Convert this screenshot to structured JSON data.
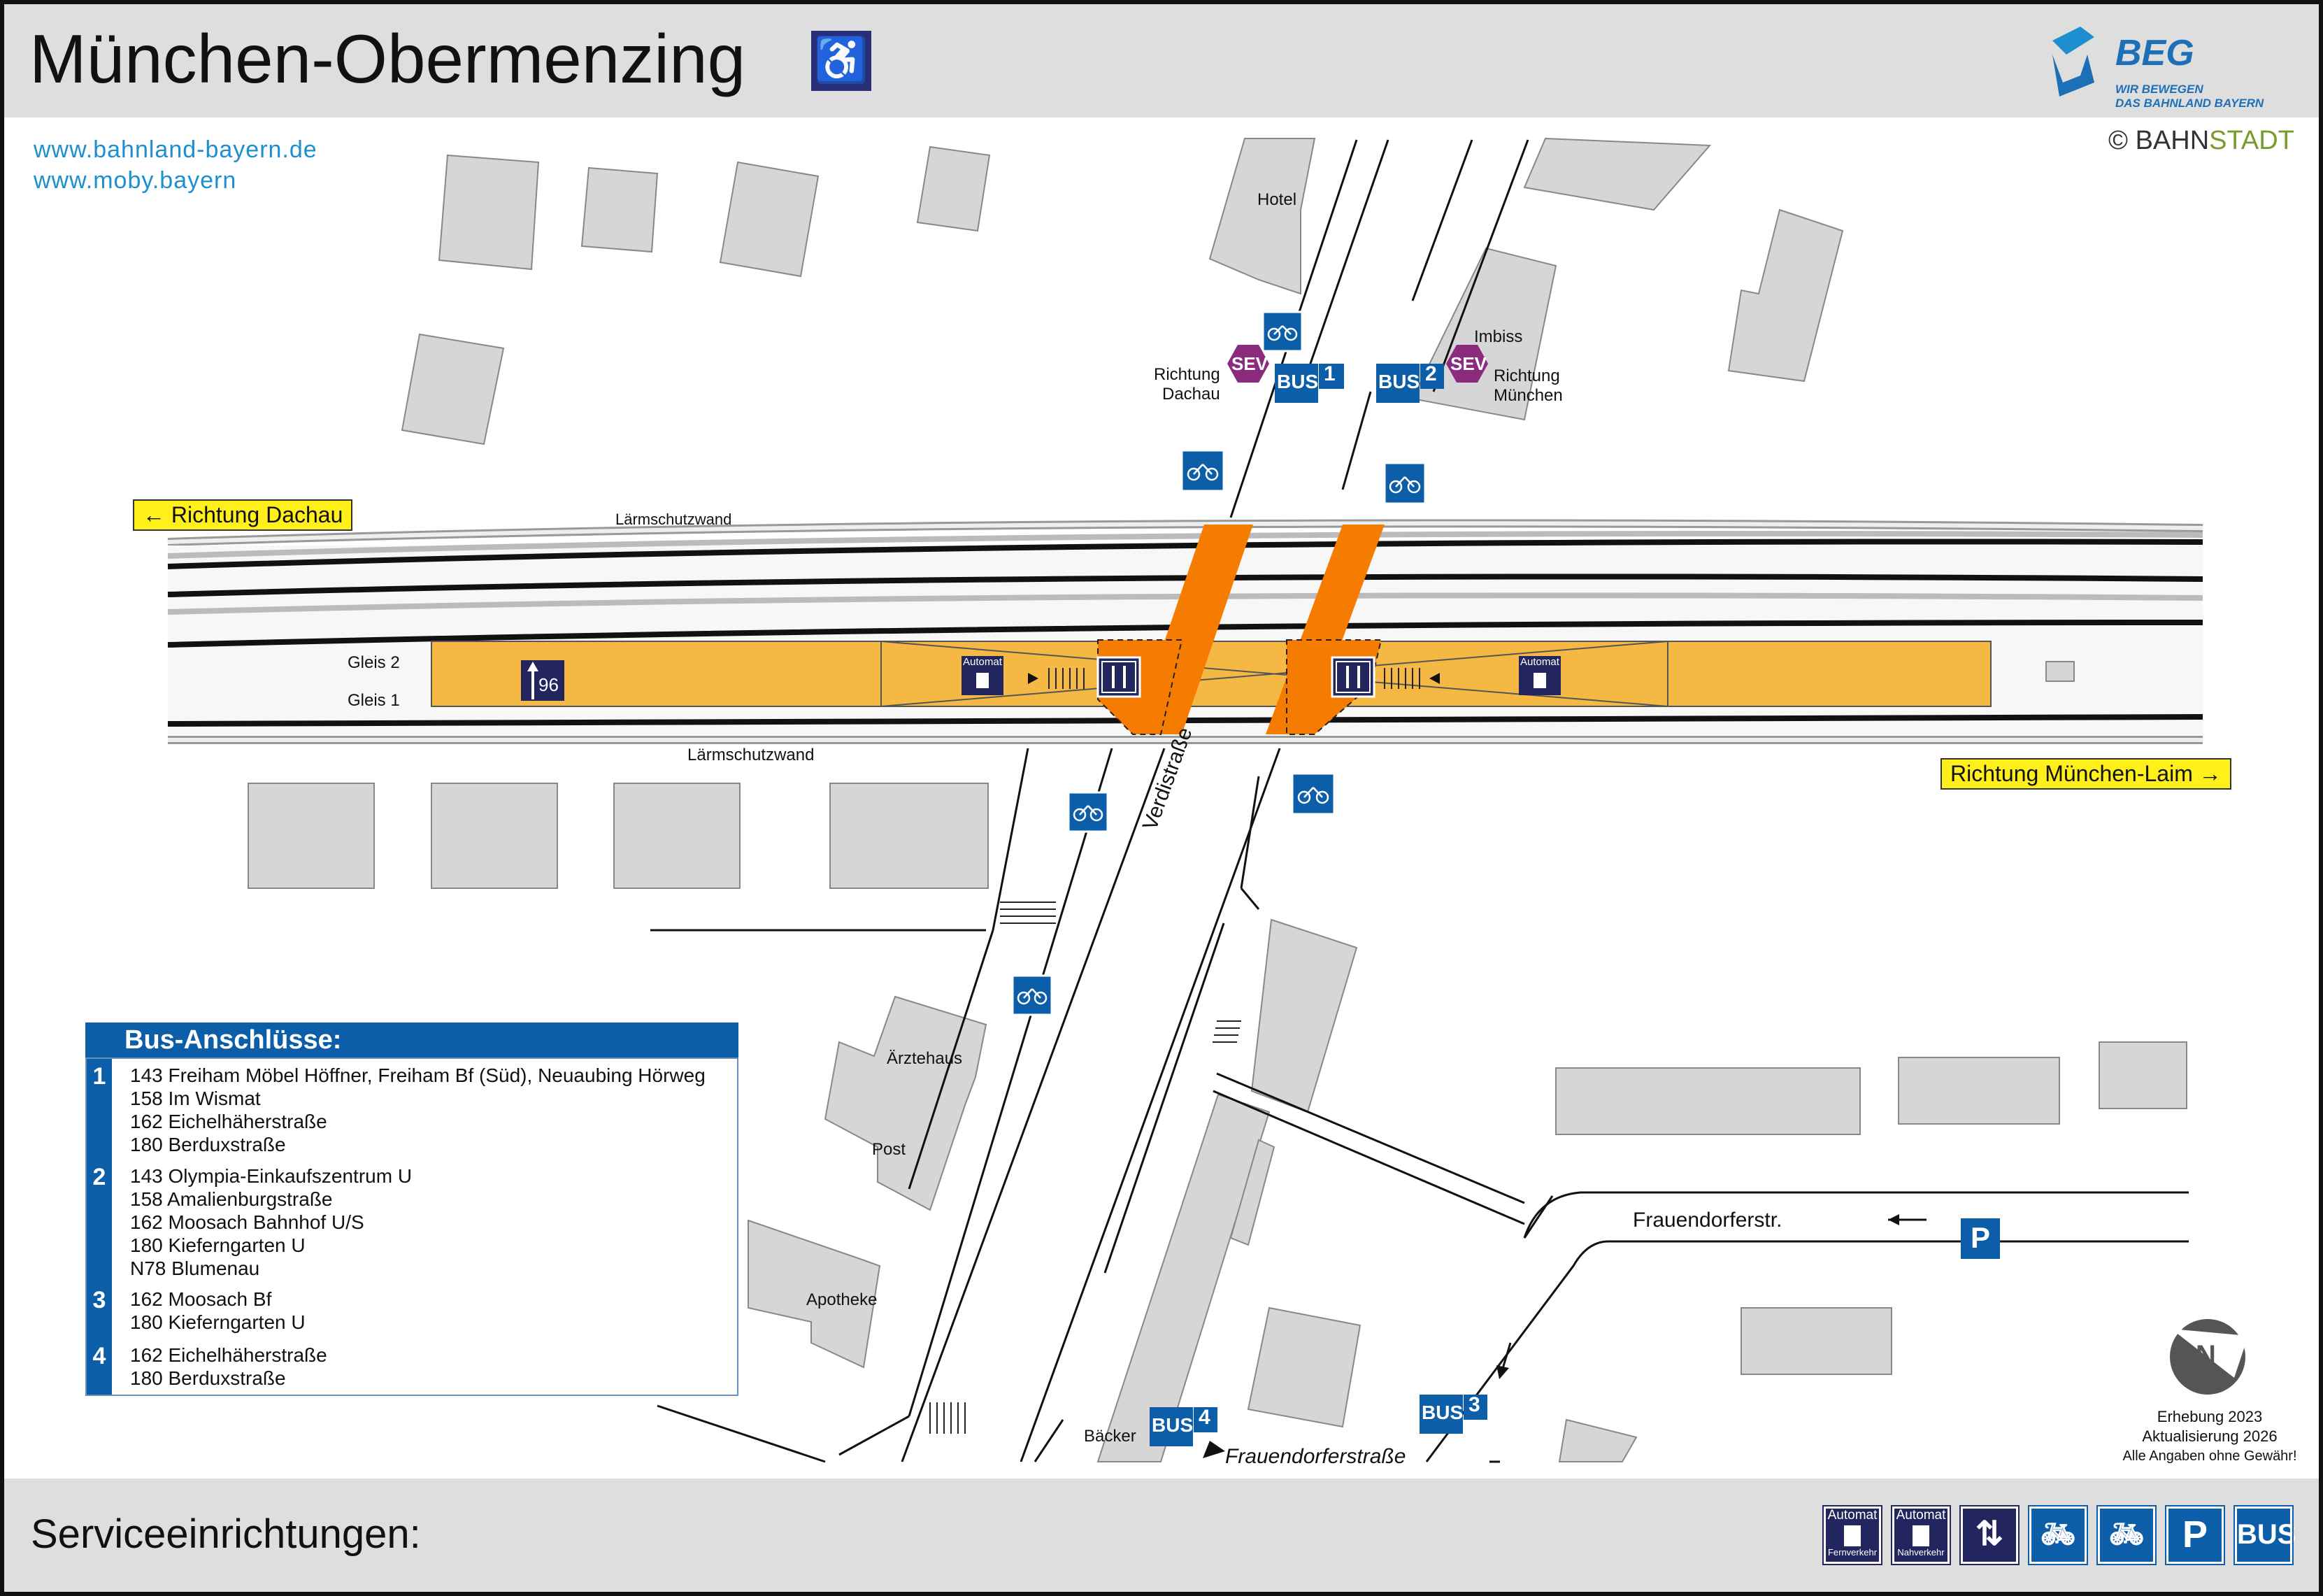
{
  "header": {
    "title": "München-Obermenzing",
    "accessibility_symbol": "wheelchair-icon",
    "logo": {
      "name": "BEG",
      "tagline_1": "WIR BEWEGEN",
      "tagline_2": "DAS BAHNLAND BAYERN"
    }
  },
  "links": [
    "www.bahnland-bayern.de",
    "www.moby.bayern"
  ],
  "copyright": {
    "symbol": "©",
    "brand_1": "BAHN",
    "brand_2": "STADT"
  },
  "directions": {
    "west": "Richtung Dachau",
    "east": "Richtung München-Laim"
  },
  "map_labels": {
    "noise_wall_top": "Lärmschutzwand",
    "noise_wall_bottom": "Lärmschutzwand",
    "track_2": "Gleis 2",
    "track_1": "Gleis 1",
    "street_main": "Verdistraße",
    "street_side": "Frauendorferstr.",
    "street_bottom": "Frauendorferstraße",
    "hotel": "Hotel",
    "imbiss": "Imbiss",
    "aerztehaus": "Ärztehaus",
    "post": "Post",
    "apotheke": "Apotheke",
    "baecker": "Bäcker",
    "stop_left_dir_1": "Richtung",
    "stop_left_dir_2": "Dachau",
    "stop_right_dir_1": "Richtung",
    "stop_right_dir_2": "München",
    "sev": "SEV",
    "bus": "BUS",
    "bus_stop_1": "1",
    "bus_stop_2": "2",
    "bus_stop_3": "3",
    "bus_stop_4": "4",
    "platform_number": "96",
    "automat": "Automat",
    "parking": "P"
  },
  "bus_connections": {
    "heading": "Bus-Anschlüsse:",
    "groups": [
      {
        "stop": "1",
        "lines": [
          "143 Freiham Möbel Höffner, Freiham Bf (Süd), Neuaubing Hörweg",
          "158 Im Wismat",
          "162 Eichelhäherstraße",
          "180 Berduxstraße"
        ]
      },
      {
        "stop": "2",
        "lines": [
          "143 Olympia-Einkaufszentrum U",
          "158 Amalienburgstraße",
          "162 Moosach Bahnhof U/S",
          "180 Kieferngarten U",
          "N78 Blumenau"
        ]
      },
      {
        "stop": "3",
        "lines": [
          "162 Moosach Bf",
          "180 Kieferngarten U"
        ]
      },
      {
        "stop": "4",
        "lines": [
          "162 Eichelhäherstraße",
          "180 Berduxstraße"
        ]
      }
    ]
  },
  "survey": {
    "line_1": "Erhebung 2023",
    "line_2": "Aktualisierung 2026",
    "line_3": "Alle Angaben ohne Gewähr!"
  },
  "compass": {
    "letter": "N"
  },
  "services": {
    "title": "Serviceeinrichtungen:",
    "items": [
      {
        "icon": "ticket-machine-long-distance-icon",
        "label_top": "Automat",
        "label_bottom": "Fernverkehr"
      },
      {
        "icon": "ticket-machine-regional-icon",
        "label_top": "Automat",
        "label_bottom": "Nahverkehr"
      },
      {
        "icon": "stairs-up-down-icon"
      },
      {
        "icon": "bicycle-parking-covered-icon"
      },
      {
        "icon": "bicycle-parking-icon"
      },
      {
        "icon": "parking-icon",
        "label": "P"
      },
      {
        "icon": "bus-icon",
        "label": "BUS"
      }
    ]
  },
  "colors": {
    "platform": "#f6b844",
    "underpass": "#f57c00",
    "service_blue": "#0d5ea8",
    "sev_purple": "#8b2a7e",
    "direction_yellow": "#ffef1a",
    "building_grey": "#d6d6d6"
  }
}
